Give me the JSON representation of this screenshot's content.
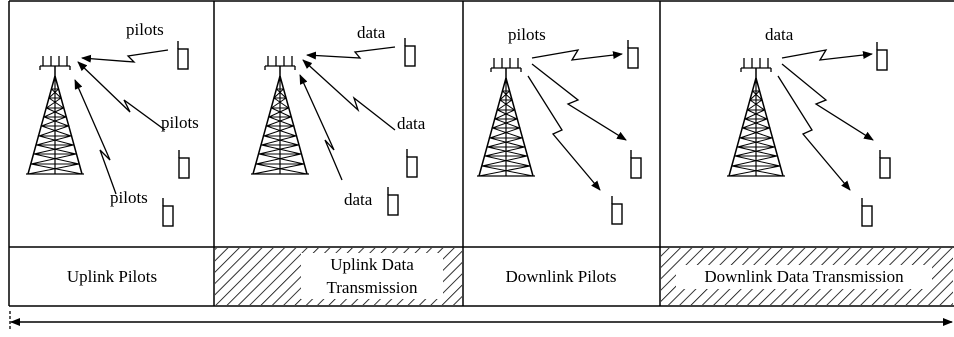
{
  "panels": [
    {
      "id": "uplink-pilots",
      "signals": [
        "pilots",
        "pilots",
        "pilots"
      ]
    },
    {
      "id": "uplink-data",
      "signals": [
        "data",
        "data",
        "data"
      ]
    },
    {
      "id": "downlink-pilots",
      "signals": [
        "pilots"
      ]
    },
    {
      "id": "downlink-data",
      "signals": [
        "data"
      ]
    }
  ],
  "phases": [
    {
      "line1": "Uplink Pilots",
      "line2": "",
      "hatched": false
    },
    {
      "line1": "Uplink Data",
      "line2": "Transmission",
      "hatched": true
    },
    {
      "line1": "Downlink Pilots",
      "line2": "",
      "hatched": false
    },
    {
      "line1": "Downlink Data Transmission",
      "line2": "",
      "hatched": true
    }
  ],
  "colors": {
    "line": "#000000",
    "background": "#ffffff"
  }
}
